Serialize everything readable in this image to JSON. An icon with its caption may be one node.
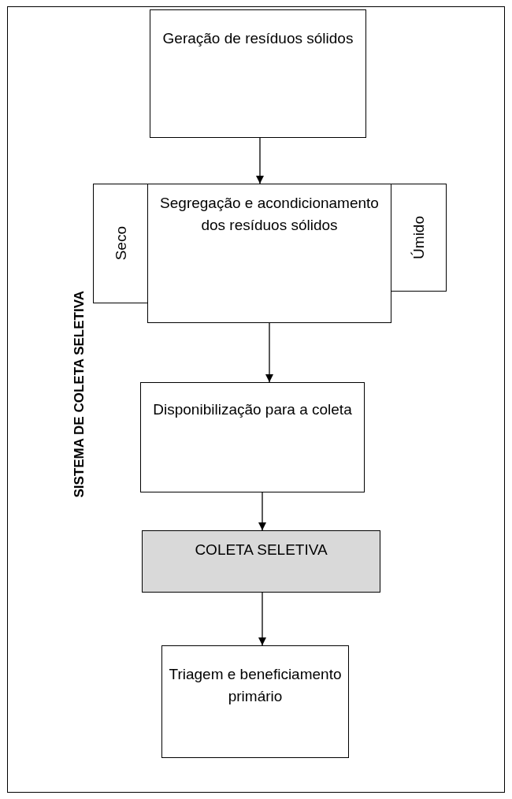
{
  "diagram": {
    "title": "SISTEMA DE COLETA SELETIVA",
    "nodes": [
      {
        "text": [
          "Geração de resíduos sólidos"
        ]
      },
      {
        "text": [
          "Seco"
        ]
      },
      {
        "text": [
          "Segregação e acondicionamento dos resíduos sólidos"
        ]
      },
      {
        "text": [
          "Úmido"
        ]
      },
      {
        "text": [
          "Disponibilização para a coleta"
        ]
      },
      {
        "text": [
          "COLETA SELETIVA"
        ]
      },
      {
        "text": [
          "Triagem e beneficiamento primário"
        ]
      }
    ],
    "edges": [
      {
        "from": 0,
        "to": 2,
        "arrow": "to"
      },
      {
        "from": 2,
        "to": 4,
        "arrow": "to"
      },
      {
        "from": 4,
        "to": 5,
        "arrow": "to"
      },
      {
        "from": 5,
        "to": 6,
        "arrow": "to"
      }
    ]
  }
}
